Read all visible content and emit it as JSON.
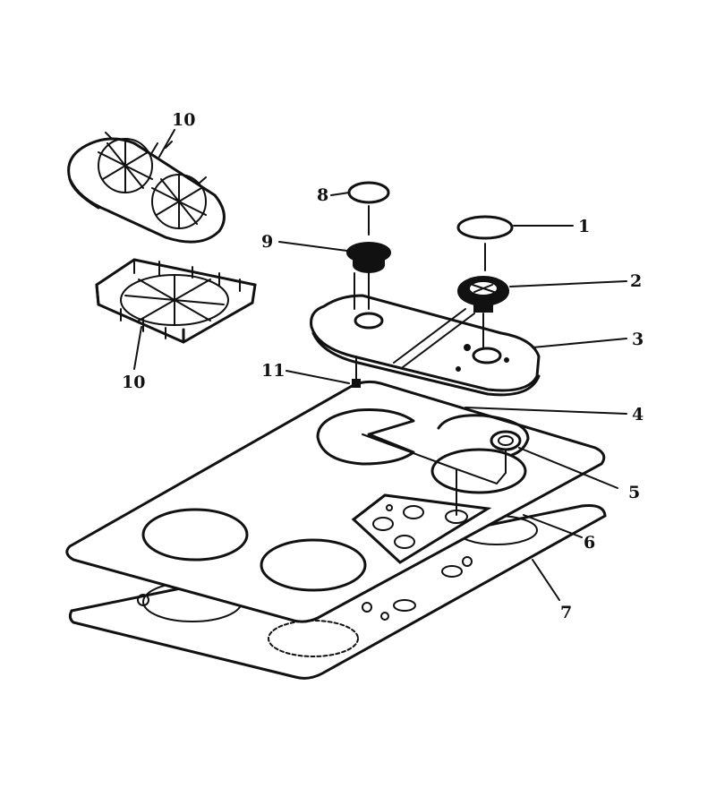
{
  "callouts": [
    {
      "id": "1",
      "label": "1"
    },
    {
      "id": "2",
      "label": "2"
    },
    {
      "id": "3",
      "label": "3"
    },
    {
      "id": "4",
      "label": "4"
    },
    {
      "id": "5",
      "label": "5"
    },
    {
      "id": "6",
      "label": "6"
    },
    {
      "id": "7",
      "label": "7"
    },
    {
      "id": "8",
      "label": "8"
    },
    {
      "id": "9",
      "label": "9"
    },
    {
      "id": "10a",
      "label": "10"
    },
    {
      "id": "10b",
      "label": "10"
    },
    {
      "id": "11",
      "label": "11"
    }
  ]
}
